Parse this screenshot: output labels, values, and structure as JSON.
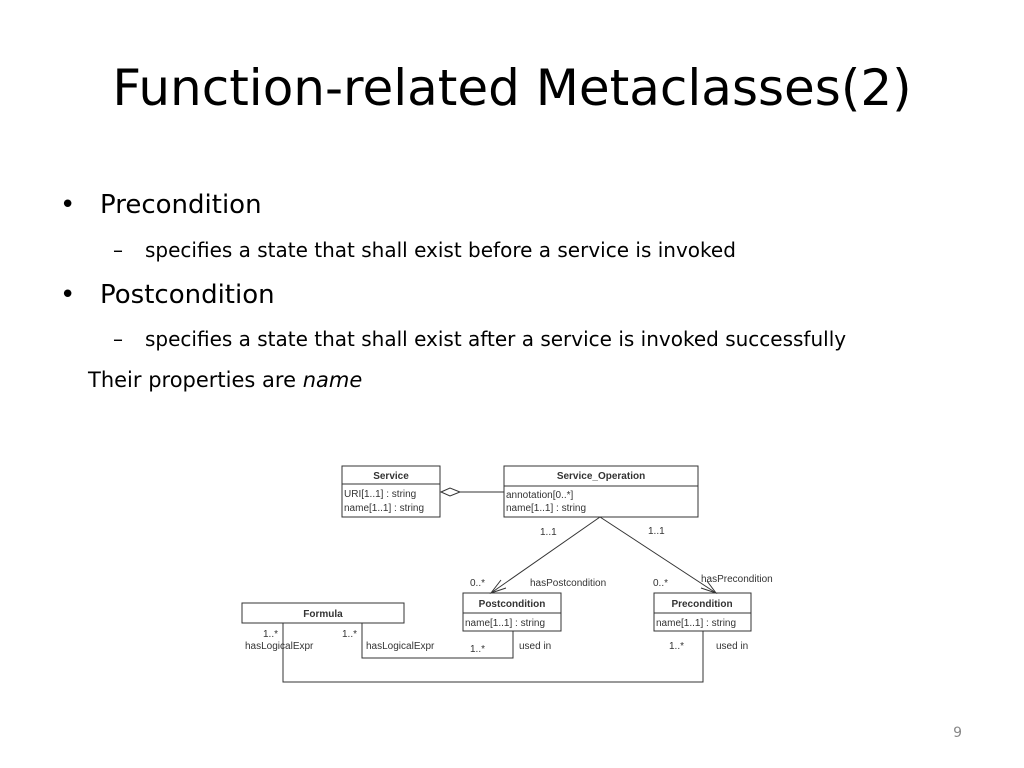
{
  "slide": {
    "title": "Function-related Metaclasses(2)",
    "bullet_marker": "•",
    "dash_marker": "–",
    "bullets": [
      {
        "label": "Precondition",
        "sub": "specifies a state that shall exist before a service is invoked"
      },
      {
        "label": "Postcondition",
        "sub": "specifies a state that shall exist after a service is invoked  successfully"
      }
    ],
    "note_prefix": "Their properties are ",
    "note_emph": "name",
    "page_number": "9"
  },
  "diagram": {
    "service": {
      "name": "Service",
      "attrs": [
        "URI[1..1] : string",
        "name[1..1] : string"
      ]
    },
    "service_operation": {
      "name": "Service_Operation",
      "attrs": [
        "annotation[0..*]",
        "name[1..1] : string"
      ]
    },
    "postcondition": {
      "name": "Postcondition",
      "attrs": [
        "name[1..1] : string"
      ]
    },
    "precondition": {
      "name": "Precondition",
      "attrs": [
        "name[1..1] : string"
      ]
    },
    "formula": {
      "name": "Formula"
    },
    "labels": {
      "op_post_mult_top": "1..1",
      "op_pre_mult_top": "1..1",
      "post_mult": "0..*",
      "pre_mult": "0..*",
      "has_postcondition": "hasPostcondition",
      "has_precondition": "hasPrecondition",
      "formula_mult_left": "1..*",
      "formula_mult_right": "1..*",
      "has_logical_expr_left": "hasLogicalExpr",
      "has_logical_expr_right": "hasLogicalExpr",
      "post_used_mult": "1..*",
      "post_used_in": "used in",
      "pre_used_mult": "1..*",
      "pre_used_in": "used in"
    }
  }
}
